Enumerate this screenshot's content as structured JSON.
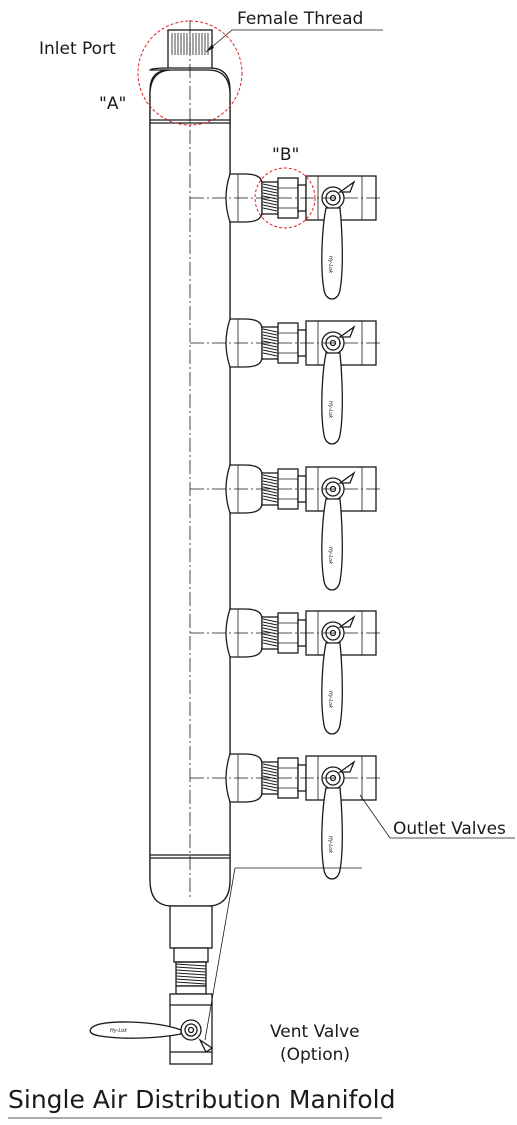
{
  "labels": {
    "female_thread": "Female Thread",
    "inlet_port": "Inlet Port",
    "detail_a": "\"A\"",
    "detail_b": "\"B\"",
    "outlet_valves": "Outlet Valves",
    "vent_valve": "Vent Valve",
    "vent_option": "(Option)",
    "title": "Single Air Distribution Manifold"
  },
  "valve_brand": "Hy-Lok",
  "outlet_count": 5,
  "colors": {
    "line": "#1a1a1a",
    "detail_circle": "#e02020",
    "background": "#ffffff"
  }
}
